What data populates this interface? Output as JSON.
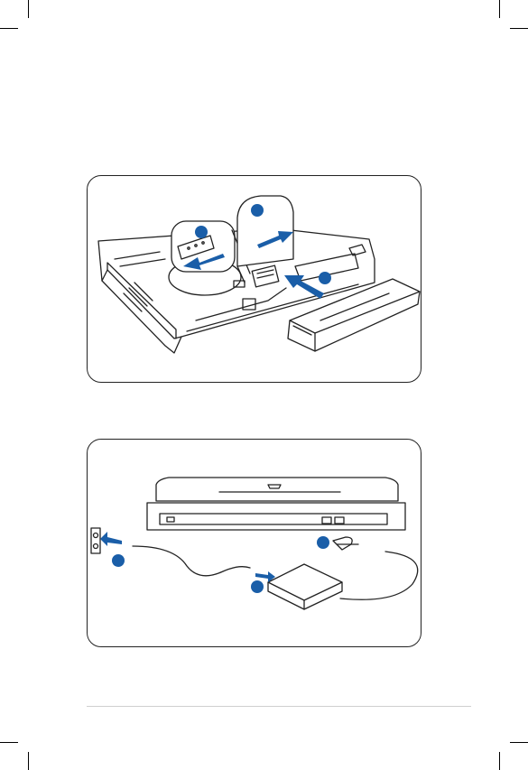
{
  "page": {
    "background": "#ffffff",
    "accent": "#1a5ea8",
    "line_color": "#222222"
  },
  "figures": [
    {
      "id": "battery-install",
      "callout_markers": 3,
      "icons": [
        "laptop-underside",
        "battery-pack",
        "lock-switch",
        "slide-arrow",
        "insert-arrow"
      ]
    },
    {
      "id": "power-connect",
      "callout_markers": 3,
      "icons": [
        "wall-outlet",
        "power-cord",
        "ac-adapter",
        "laptop-rear",
        "dc-plug"
      ]
    }
  ],
  "footer": {
    "rule_color": "#cfcfcf"
  }
}
